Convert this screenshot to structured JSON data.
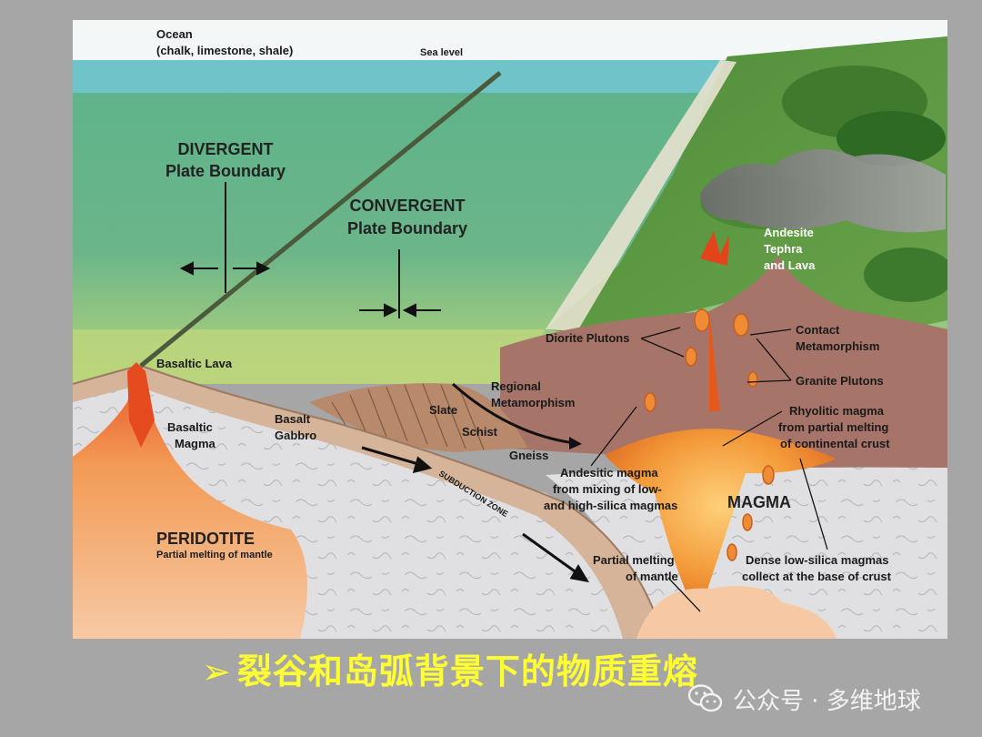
{
  "figure": {
    "labels": {
      "ocean": "Ocean",
      "ocean_sub": "(chalk, limestone, shale)",
      "sea_level": "Sea level",
      "divergent_1": "DIVERGENT",
      "divergent_2": "Plate Boundary",
      "convergent_1": "CONVERGENT",
      "convergent_2": "Plate Boundary",
      "andesite_1": "Andesite",
      "andesite_2": "Tephra",
      "andesite_3": "and Lava",
      "diorite": "Diorite Plutons",
      "contact_1": "Contact",
      "contact_2": "Metamorphism",
      "granite": "Granite Plutons",
      "basaltic_lava": "Basaltic Lava",
      "regional_1": "Regional",
      "regional_2": "Metamorphism",
      "slate": "Slate",
      "schist": "Schist",
      "gneiss": "Gneiss",
      "rhyolitic_1": "Rhyolitic magma",
      "rhyolitic_2": "from partial melting",
      "rhyolitic_3": "of continental crust",
      "basaltic_magma_1": "Basaltic",
      "basaltic_magma_2": "Magma",
      "basalt_1": "Basalt",
      "basalt_2": "Gabbro",
      "andesitic_1": "Andesitic magma",
      "andesitic_2": "from mixing of low-",
      "andesitic_3": "and high-silica magmas",
      "magma": "MAGMA",
      "subduction": "SUBDUCTION ZONE",
      "peridotite": "PERIDOTITE",
      "peridotite_sub": "Partial melting of mantle",
      "partial_1": "Partial melting",
      "partial_2": "of mantle",
      "dense_1": "Dense low-silica magmas",
      "dense_2": "collect at the base of crust"
    }
  },
  "caption": {
    "marker": "➢",
    "text": "裂谷和岛弧背景下的物质重熔"
  },
  "watermark": {
    "icon": "wechat-icon",
    "text": "公众号 · 多维地球"
  },
  "colors": {
    "page_bg": "#a6a6a6",
    "caption": "#ffff33",
    "sky": "#f4f7f7",
    "sea": "#6fc3c9",
    "ocean_water": "#5aa889",
    "crust": "#a67468",
    "mantle": "#e1e1e3",
    "magma": "#f08a2c"
  }
}
